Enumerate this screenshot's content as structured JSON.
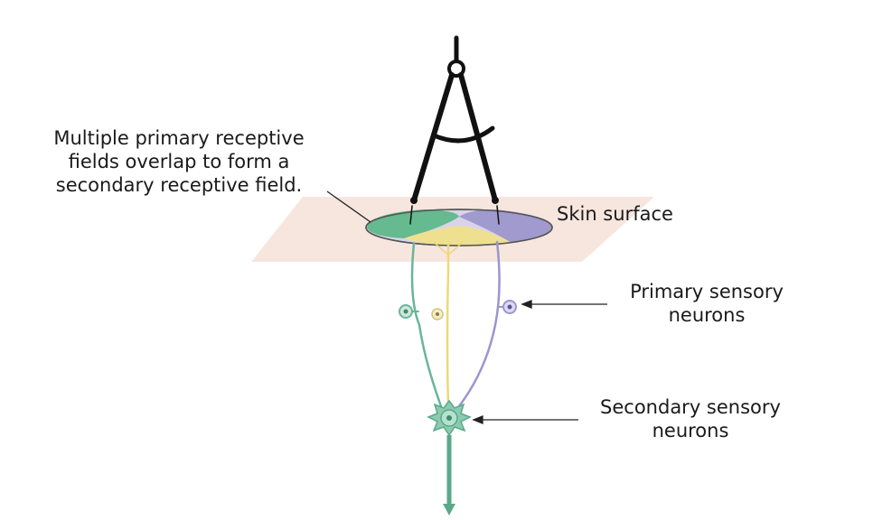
{
  "labels": {
    "overlap": [
      "Multiple primary receptive",
      "fields overlap to form a",
      "secondary receptive field."
    ],
    "skin_surface": "Skin surface",
    "primary_neurons": [
      "Primary sensory",
      "neurons"
    ],
    "secondary_neurons": [
      "Secondary sensory",
      "neurons"
    ]
  },
  "colors": {
    "skin": "#f6e2d8",
    "field_green": "#5fb88a",
    "field_purple": "#9d97cc",
    "field_yellow": "#efe08a",
    "neuron_green": "#6ab59a",
    "neuron_yellow": "#ecd97a",
    "neuron_purple": "#9b96cf",
    "compass": "#111111",
    "arrow": "#222222"
  }
}
